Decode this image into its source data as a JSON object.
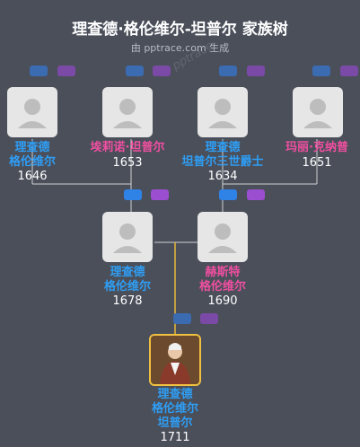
{
  "header": {
    "title": "理查德·格伦维尔-坦普尔 家族树",
    "subtitle": "由 pptrace.com 生成",
    "watermark": "pptrace"
  },
  "colors": {
    "background": "#4a4f5a",
    "male_name": "#2f9ef5",
    "female_name": "#ef4fa0",
    "line_gray": "#d0d0d0",
    "line_gold": "#e8b83a"
  },
  "people": {
    "g1_1": {
      "name1": "理查德",
      "name2": "格伦维尔",
      "year": "1646",
      "gender": "male"
    },
    "g1_2": {
      "name1": "埃莉诺·坦普尔",
      "year": "1653",
      "gender": "female"
    },
    "g1_3": {
      "name1": "理查德",
      "name2": "坦普尔三世爵士",
      "year": "1634",
      "gender": "male"
    },
    "g1_4": {
      "name1": "玛丽·克纳普",
      "year": "1651",
      "gender": "female"
    },
    "g2_1": {
      "name1": "理查德",
      "name2": "格伦维尔",
      "year": "1678",
      "gender": "male"
    },
    "g2_2": {
      "name1": "赫斯特",
      "name2": "格伦维尔",
      "year": "1690",
      "gender": "female"
    },
    "self": {
      "name1": "理查德",
      "name2": "格伦维尔",
      "name3": "坦普尔",
      "year": "1711",
      "gender": "male"
    }
  }
}
